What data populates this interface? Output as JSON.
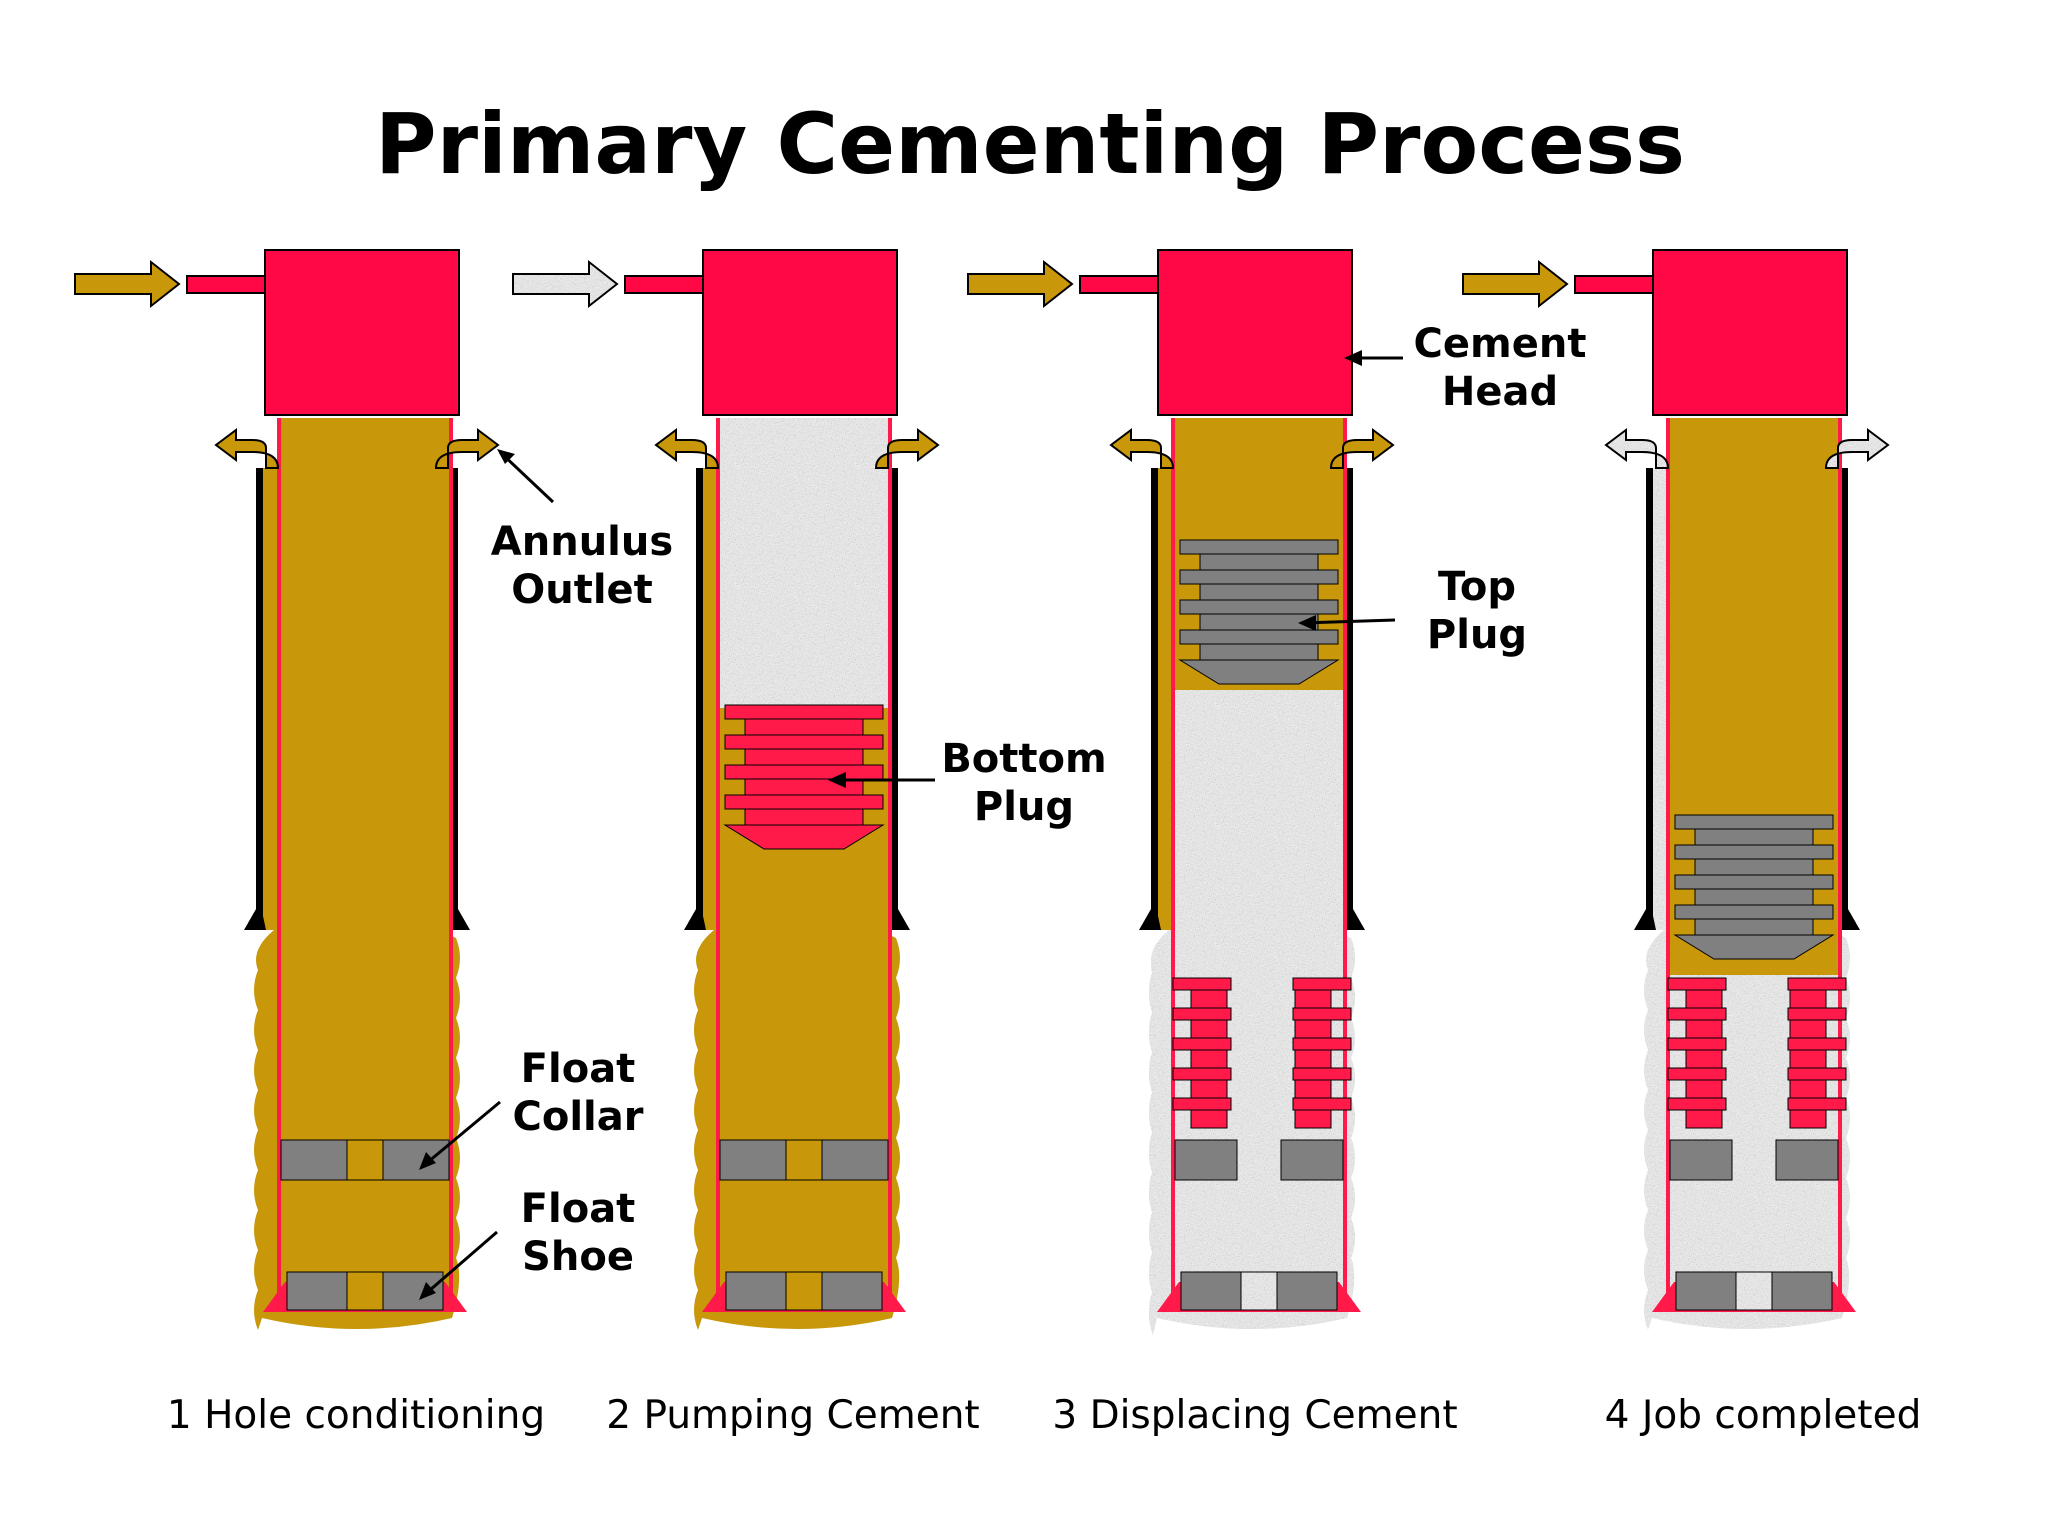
{
  "title": "Primary Cementing Process",
  "stages": [
    {
      "label": "1 Hole conditioning",
      "inflow": "mud",
      "casing_fill": "mud",
      "annulus_fill": "mud"
    },
    {
      "label": "2 Pumping Cement",
      "inflow": "cement",
      "casing_fill": "cement-over-mud",
      "annulus_fill": "mud"
    },
    {
      "label": "3 Displacing Cement",
      "inflow": "mud",
      "casing_fill": "mud-over-cement",
      "annulus_fill": "cement-rising"
    },
    {
      "label": "4 Job completed",
      "inflow": "mud",
      "casing_fill": "mud",
      "annulus_fill": "cement"
    }
  ],
  "callouts": {
    "annulus_outlet": {
      "line1": "Annulus",
      "line2": "Outlet"
    },
    "float_collar": {
      "line1": "Float",
      "line2": "Collar"
    },
    "float_shoe": {
      "line1": "Float",
      "line2": "Shoe"
    },
    "bottom_plug": {
      "line1": "Bottom",
      "line2": "Plug"
    },
    "cement_head": {
      "line1": "Cement",
      "line2": "Head"
    },
    "top_plug": {
      "line1": "Top",
      "line2": "Plug"
    }
  },
  "colors": {
    "mud": "#C8970A",
    "cement_head": "#FF0845",
    "casing_line": "#FF1A4A",
    "bottom_plug": "#FF1A4A",
    "top_plug": "#808080",
    "float_equipment": "#808080",
    "cement": "#C4C4C4",
    "outline": "#000000"
  }
}
